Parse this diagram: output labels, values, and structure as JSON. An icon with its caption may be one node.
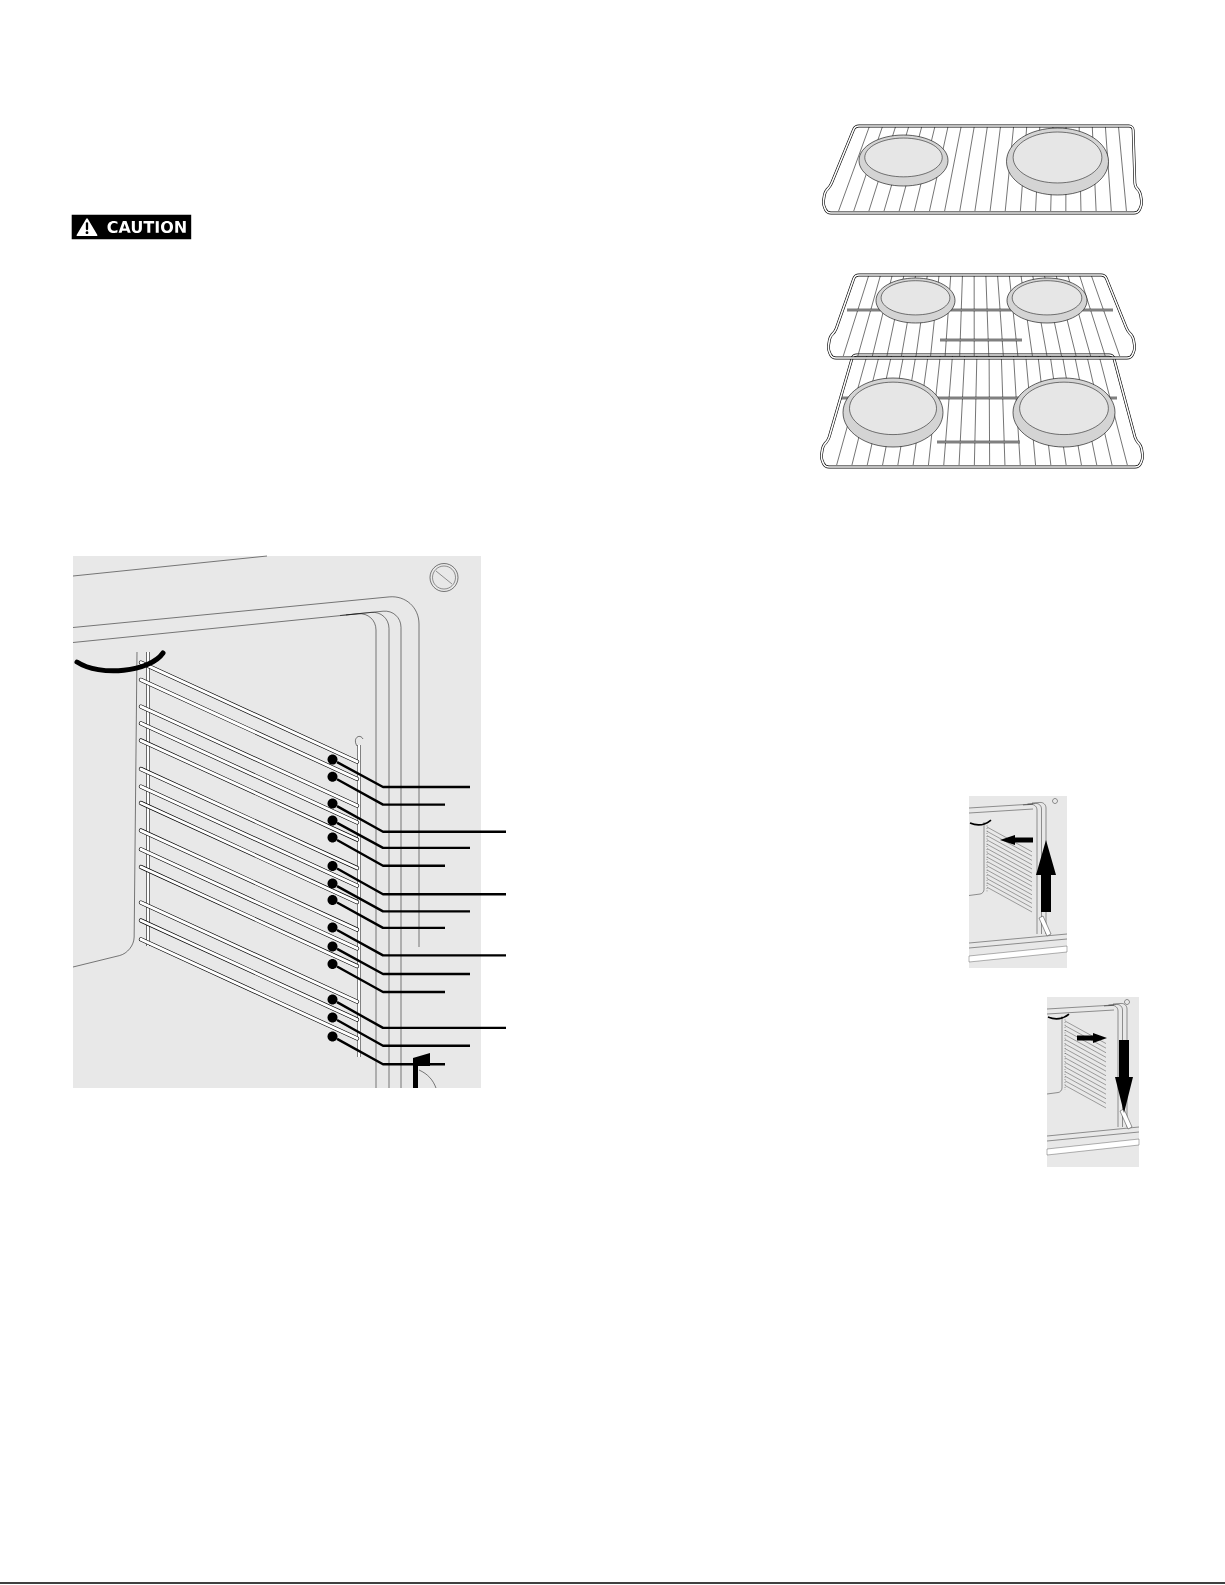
{
  "diagram": {
    "nodes": [
      {
        "text": [
          "CAUTION"
        ]
      },
      {
        "text": [],
        "shape": "circle"
      },
      {
        "text": [],
        "shape": "circle"
      },
      {
        "text": [],
        "shape": "circle"
      },
      {
        "text": [],
        "shape": "circle"
      },
      {
        "text": [],
        "shape": "circle"
      },
      {
        "text": [],
        "shape": "circle"
      },
      {
        "text": [],
        "shape": "circle"
      },
      {
        "text": [],
        "shape": "circle"
      },
      {
        "text": [],
        "shape": "circle"
      },
      {
        "text": [],
        "shape": "circle"
      },
      {
        "text": [],
        "shape": "circle"
      },
      {
        "text": [],
        "shape": "circle"
      },
      {
        "text": [],
        "shape": "circle"
      },
      {
        "text": [],
        "shape": "circle"
      }
    ],
    "edges": [
      {
        "from": null,
        "to": 1,
        "arrow": "none"
      },
      {
        "from": null,
        "to": 2,
        "arrow": "none"
      },
      {
        "from": null,
        "to": 3,
        "arrow": "none"
      },
      {
        "from": null,
        "to": 4,
        "arrow": "none"
      },
      {
        "from": null,
        "to": 5,
        "arrow": "none"
      },
      {
        "from": null,
        "to": 6,
        "arrow": "none"
      },
      {
        "from": null,
        "to": 7,
        "arrow": "none"
      },
      {
        "from": null,
        "to": 8,
        "arrow": "none"
      },
      {
        "from": null,
        "to": 9,
        "arrow": "none"
      },
      {
        "from": null,
        "to": 10,
        "arrow": "none"
      },
      {
        "from": null,
        "to": 11,
        "arrow": "none"
      },
      {
        "from": null,
        "to": 12,
        "arrow": "none"
      },
      {
        "from": null,
        "to": 13,
        "arrow": "none"
      },
      {
        "from": null,
        "to": 14,
        "arrow": "none"
      }
    ]
  }
}
